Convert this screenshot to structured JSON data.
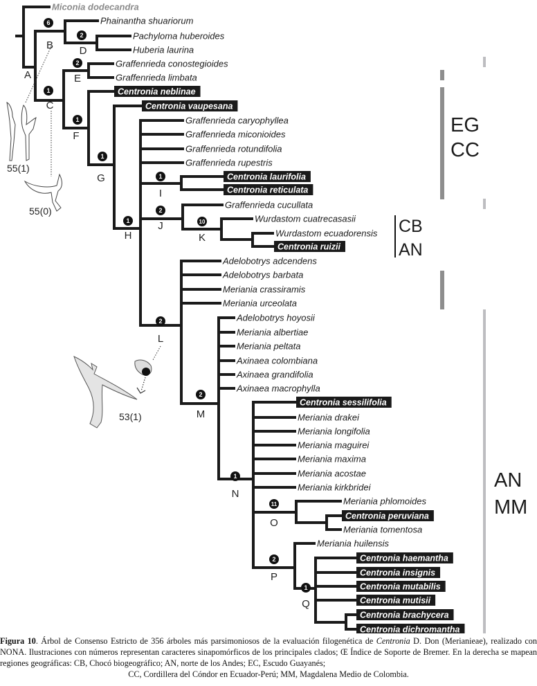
{
  "figure": {
    "outgroup": "Miconia dodecandra",
    "taxa": [
      {
        "id": "t_mic",
        "name": "Miconia dodecandra",
        "style": "outgroup"
      },
      {
        "id": "t_pha",
        "name": "Phainantha shuariorum",
        "style": "normal"
      },
      {
        "id": "t_pac",
        "name": "Pachyloma huberoides",
        "style": "normal"
      },
      {
        "id": "t_hub",
        "name": "Huberia laurina",
        "style": "normal"
      },
      {
        "id": "t_gco",
        "name": "Graffenrieda conostegioides",
        "style": "normal"
      },
      {
        "id": "t_gli",
        "name": "Graffenrieda limbata",
        "style": "normal"
      },
      {
        "id": "t_cne",
        "name": "Centronia neblinae",
        "style": "highlight"
      },
      {
        "id": "t_cva",
        "name": "Centronia vaupesana",
        "style": "highlight"
      },
      {
        "id": "t_gca",
        "name": "Graffenrieda caryophyllea",
        "style": "normal"
      },
      {
        "id": "t_gmi",
        "name": "Graffenrieda miconioides",
        "style": "normal"
      },
      {
        "id": "t_gro",
        "name": "Graffenrieda rotundifolia",
        "style": "normal"
      },
      {
        "id": "t_gru",
        "name": "Graffenrieda rupestris",
        "style": "normal"
      },
      {
        "id": "t_cla",
        "name": "Centronia laurifolia",
        "style": "highlight"
      },
      {
        "id": "t_cre",
        "name": "Centronia reticulata",
        "style": "highlight"
      },
      {
        "id": "t_gcu",
        "name": "Graffenrieda cucullata",
        "style": "normal"
      },
      {
        "id": "t_wcu",
        "name": "Wurdastom cuatrecasasii",
        "style": "normal"
      },
      {
        "id": "t_wec",
        "name": "Wurdastom ecuadorensis",
        "style": "normal"
      },
      {
        "id": "t_cru",
        "name": "Centronia ruizii",
        "style": "highlight"
      },
      {
        "id": "t_aad",
        "name": "Adelobotrys adcendens",
        "style": "normal"
      },
      {
        "id": "t_aba",
        "name": "Adelobotrys barbata",
        "style": "normal"
      },
      {
        "id": "t_mcr",
        "name": "Meriania crassiramis",
        "style": "normal"
      },
      {
        "id": "t_mur",
        "name": "Meriania urceolata",
        "style": "normal"
      },
      {
        "id": "t_aho",
        "name": "Adelobotrys hoyosii",
        "style": "normal"
      },
      {
        "id": "t_mal",
        "name": "Meriania albertiae",
        "style": "normal"
      },
      {
        "id": "t_mpe",
        "name": "Meriania peltata",
        "style": "normal"
      },
      {
        "id": "t_xco",
        "name": "Axinaea colombiana",
        "style": "normal"
      },
      {
        "id": "t_xgr",
        "name": "Axinaea grandifolia",
        "style": "normal"
      },
      {
        "id": "t_xma",
        "name": "Axinaea macrophylla",
        "style": "normal"
      },
      {
        "id": "t_cse",
        "name": "Centronia sessilifolia",
        "style": "highlight"
      },
      {
        "id": "t_mdr",
        "name": "Meriania drakei",
        "style": "normal"
      },
      {
        "id": "t_mlo",
        "name": "Meriania longifolia",
        "style": "normal"
      },
      {
        "id": "t_mma",
        "name": "Meriania maguirei",
        "style": "normal"
      },
      {
        "id": "t_mmx",
        "name": "Meriania maxima",
        "style": "normal"
      },
      {
        "id": "t_mac",
        "name": "Meriania acostae",
        "style": "normal"
      },
      {
        "id": "t_mki",
        "name": "Meriania kirkbridei",
        "style": "normal"
      },
      {
        "id": "t_mph",
        "name": "Meriania phlomoides",
        "style": "normal"
      },
      {
        "id": "t_cpe",
        "name": "Centronia peruviana",
        "style": "highlight"
      },
      {
        "id": "t_mto",
        "name": "Meriania tomentosa",
        "style": "normal"
      },
      {
        "id": "t_mhu",
        "name": "Meriania huilensis",
        "style": "normal"
      },
      {
        "id": "t_cha",
        "name": "Centronia haemantha",
        "style": "highlight"
      },
      {
        "id": "t_cin",
        "name": "Centronia insignis",
        "style": "highlight"
      },
      {
        "id": "t_cmu",
        "name": "Centronia mutabilis",
        "style": "highlight"
      },
      {
        "id": "t_cmt",
        "name": "Centronia mutisii",
        "style": "highlight"
      },
      {
        "id": "t_cbr",
        "name": "Centronia brachycera",
        "style": "highlight"
      },
      {
        "id": "t_cdi",
        "name": "Centronia dichromantha",
        "style": "highlight"
      }
    ],
    "clades": [
      {
        "letter": "A",
        "bremer": null
      },
      {
        "letter": "B",
        "bremer": "6"
      },
      {
        "letter": "C",
        "bremer": "1"
      },
      {
        "letter": "D",
        "bremer": "2"
      },
      {
        "letter": "E",
        "bremer": "2"
      },
      {
        "letter": "F",
        "bremer": "1"
      },
      {
        "letter": "G",
        "bremer": "1"
      },
      {
        "letter": "H",
        "bremer": "1"
      },
      {
        "letter": "I",
        "bremer": "1"
      },
      {
        "letter": "J",
        "bremer": "2"
      },
      {
        "letter": "K",
        "bremer": "10"
      },
      {
        "letter": "L",
        "bremer": "2"
      },
      {
        "letter": "M",
        "bremer": "2"
      },
      {
        "letter": "N",
        "bremer": "1"
      },
      {
        "letter": "O",
        "bremer": "11"
      },
      {
        "letter": "P",
        "bremer": "2"
      },
      {
        "letter": "Q",
        "bremer": "1"
      }
    ],
    "regions": [
      {
        "id": "egcc",
        "lines": [
          "EG",
          "CC"
        ]
      },
      {
        "id": "cban",
        "lines": [
          "CB",
          "AN"
        ]
      },
      {
        "id": "anmm",
        "lines": [
          "AN",
          "MM"
        ]
      }
    ],
    "character_illustrations": [
      {
        "id": "c55_1",
        "label": "55(1)",
        "clade": "B"
      },
      {
        "id": "c55_0",
        "label": "55(0)",
        "clade": "C"
      },
      {
        "id": "c53_1",
        "label": "53(1)",
        "clade": "L"
      }
    ],
    "colors": {
      "branch": "#1a1a1a",
      "highlight_bg": "#1a1a1a",
      "outgroup_text": "#8a8a8a",
      "region_bar_dark": "#8e8e8e",
      "region_bar_light": "#bdbdc0"
    }
  },
  "caption": {
    "figure_label": "Figura 10",
    "line1_pre": ". Árbol de Consenso Estricto de 356 árboles más parsimoniosos de la evaluación filogenética de ",
    "genus": "Centronia",
    "line1_post": " D. Don (Merianieae), realizado con NONA. Ilustraciones con números representan caracteres sinapomórficos de los principales clados; Œ Índice de Soporte de Bremer. En la derecha se mapean regiones geográficas: CB, Chocó biogeográfico; AN, norte de los Andes; EC, Escudo Guayanés;",
    "last_line": "CC, Cordillera del Cóndor en Ecuador-Perú; MM, Magdalena Medio de Colombia."
  }
}
